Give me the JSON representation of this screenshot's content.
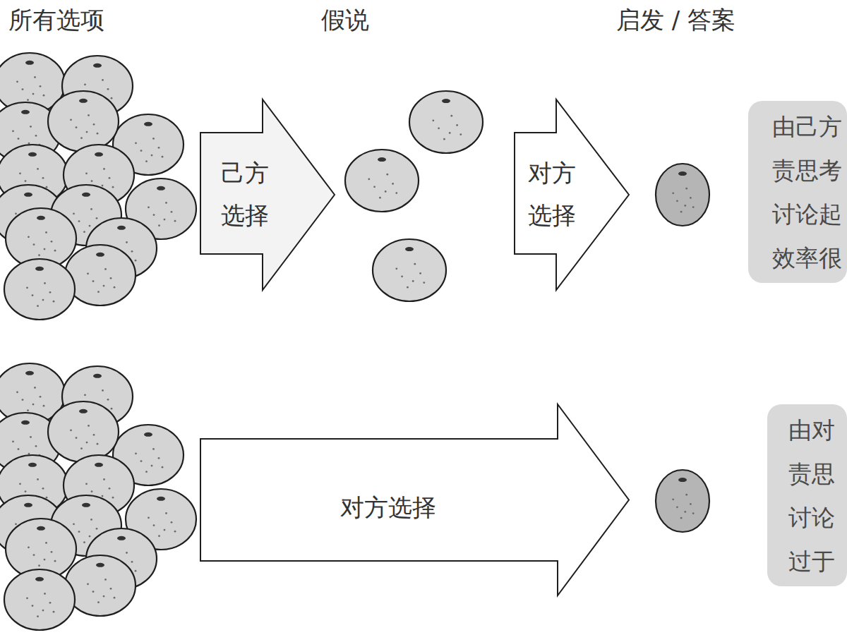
{
  "diagram": {
    "nodes": [
      {
        "text": [
          "己方 选择"
        ]
      },
      {
        "text": [
          "对方 选择"
        ]
      },
      {
        "text": [
          "由己方 责思考 讨论起 效率很"
        ]
      },
      {
        "text": [
          "对方选择"
        ]
      },
      {
        "text": [
          "由对 责思 讨论 过于"
        ]
      }
    ],
    "labels": [
      "所有选项",
      "假说",
      "启发 / 答案"
    ]
  }
}
